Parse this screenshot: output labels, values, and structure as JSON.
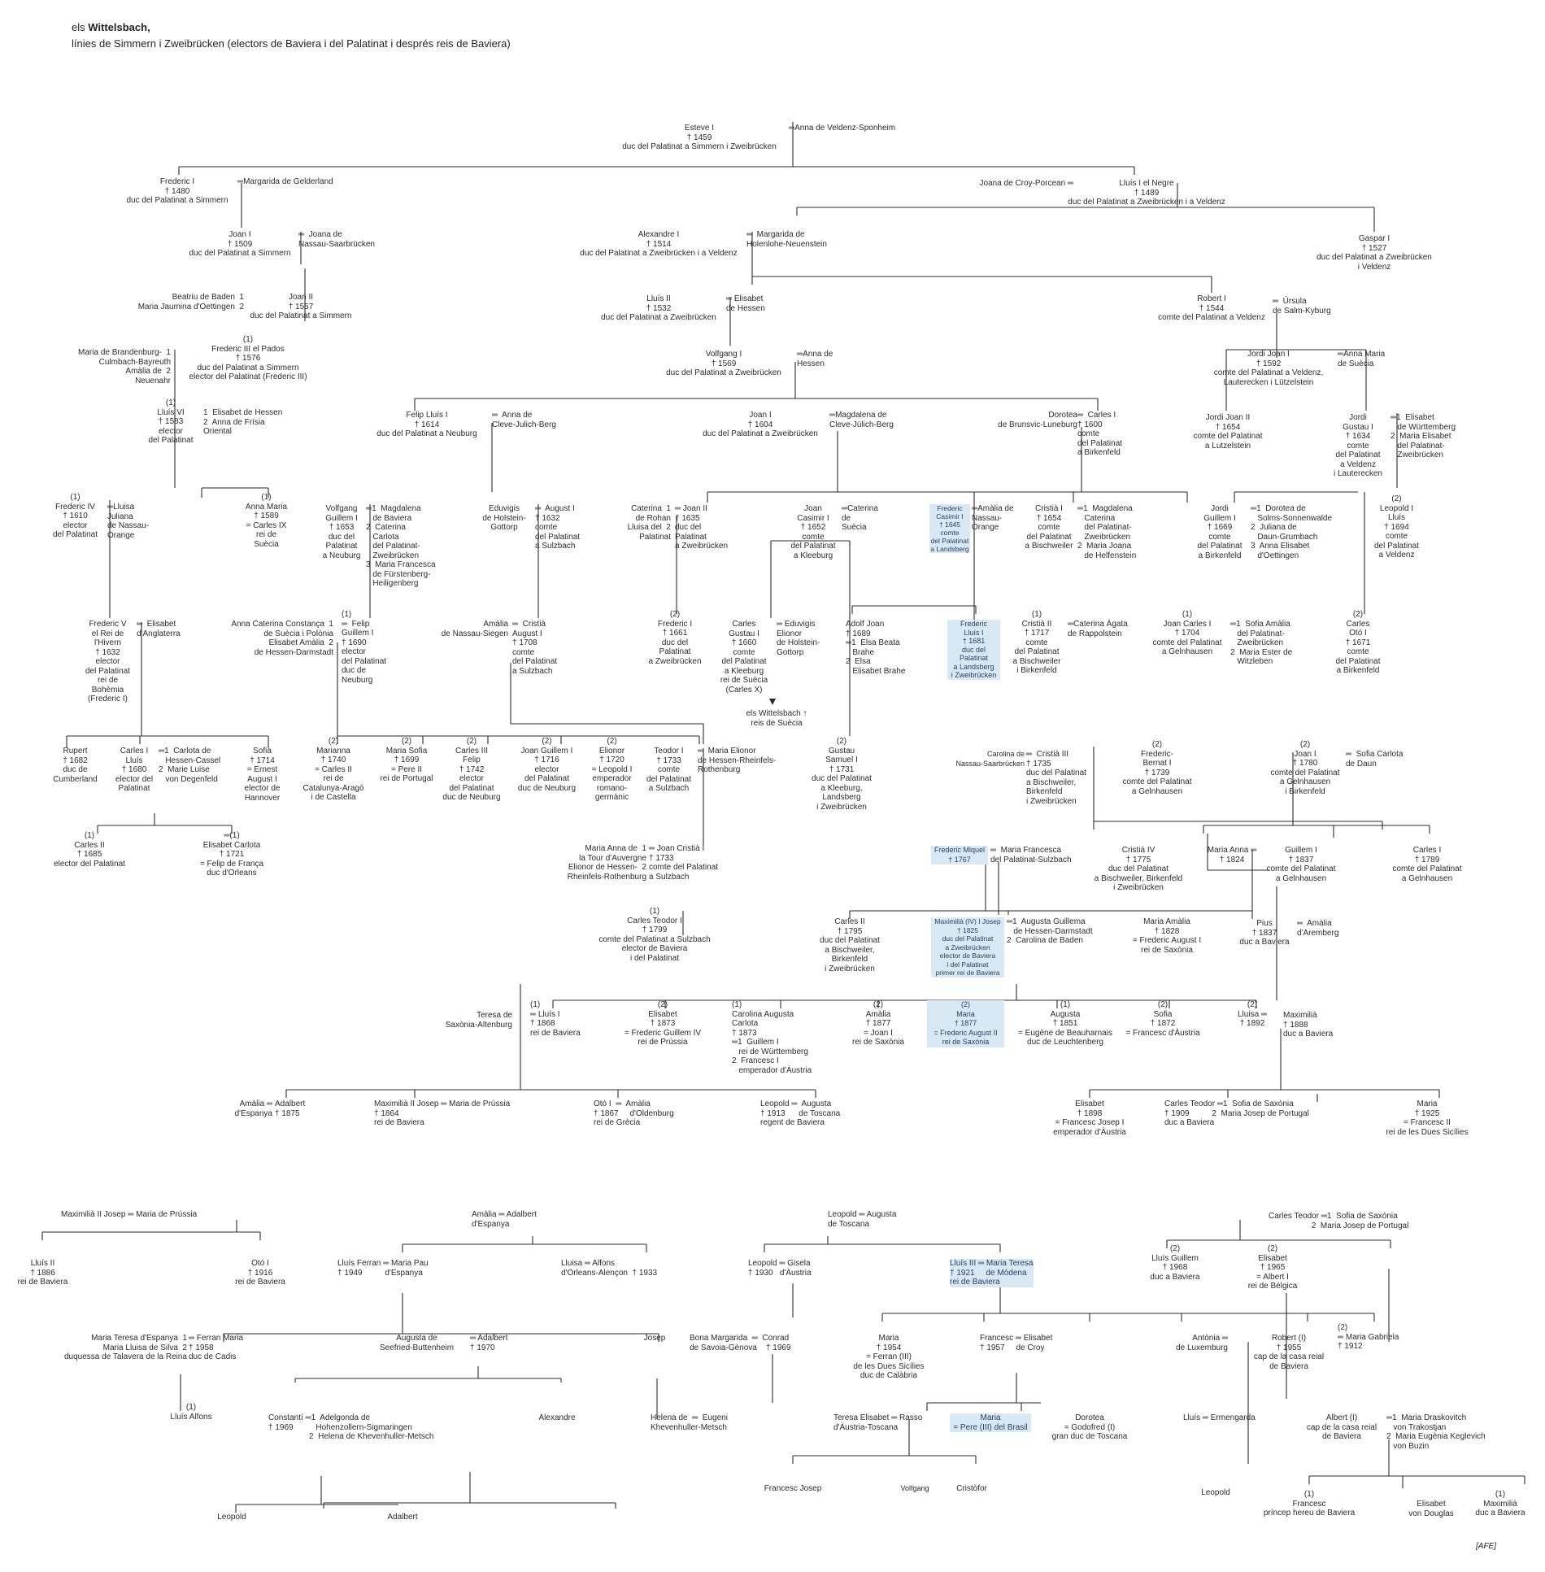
{
  "header": {
    "prefix": "els ",
    "family": "Wittelsbach,",
    "subtitle": "línies de Simmern i Zweibrücken (electors de Baviera i del Palatinat i després reis de Baviera)"
  },
  "signature": "[AFE]",
  "people": {
    "esteve": "Esteve I\n† 1459\nduc del Palatinat a Simmern i Zweibrücken",
    "anna_veldenz": "═Anna de Veldenz-Sponheim",
    "frederic1": "Frederic I\n† 1480\nduc del Palatinat a Simmern",
    "margarida_geld": "═Margarida de Gelderland",
    "joana_croy": "Joana de Croy-Porcean ═",
    "lluis1_negre": "Lluís I el Negre\n† 1489\nduc del Palatinat a Zweibrücken i a Veldenz",
    "joan1": "Joan I\n† 1509\nduc del Palatinat a Simmern",
    "joana_nassau": "═  Joana de\nNassau-Saarbrücken",
    "alexandre1": "Alexandre I\n† 1514\nduc del Palatinat a Zweibrücken i a Veldenz",
    "margarida_hohen": "═  Margarida de\nHolenlohe-Neuenstein",
    "gaspar1": "Gaspar I\n† 1527\nduc del Palatinat a Zweibrücken\ni Veldenz",
    "beatriu_baden": "Beatriu de Baden  1\nMaria Jaumina d'Oettingen  2",
    "joan2": "Joan II\n† 1557\nduc del Palatinat a Simmern",
    "lluis2": "Lluís II\n† 1532\nduc del Palatinat a Zweibrücken",
    "elisabet_hessen1": "═ Elisabet\nde Hessen",
    "robert1": "Robert I\n† 1544\ncomte del Palatinat a Veldenz",
    "ursula_salm": "═  Úrsula\nde Salm-Kyburg",
    "maria_brand": "Maria de Brandenburg-  1\nCulmbach-Bayreuth\nAmàlia de  2\nNeuenahr",
    "frederic3": "(1)\nFrederic III el Pados\n† 1576\nduc del Palatinat a Simmern\nelector del Palatinat (Frederic III)",
    "volfgang1": "Volfgang I\n† 1569\nduc del Palatinat a Zweibrücken",
    "anna_hessen": "═Anna de\nHessen",
    "jordi_joan1": "Jordi Joan I\n† 1592\ncomte del Palatinat a Veldenz,\nLauterecken i Lützelstein",
    "anna_maria_suecia": "═Anna Maria\nde Suècia",
    "lluis6": "(1)\nLluís VI\n† 1583\nelector\ndel Palatinat",
    "lluis6_wives": "1  Elisabet de Hessen\n2  Anna de Frísia\nOriental",
    "felip_lluis1": "Felip Lluís I\n† 1614\nduc del Palatinat a Neuburg",
    "anna_cleve": "═  Anna de\nCleve-Julich-Berg",
    "joan1_zw": "Joan I\n† 1604\nduc del Palatinat a Zweibrücken",
    "magdalena_cleve": "═Magdalena de\nCleve-Jülich-Berg",
    "dorotea_brunsvic": "Dorotea\nde Brunsvic-Luneburg",
    "carles1_birk": "═  Carles I\n† 1600\ncomte\ndel Palatinat\na Birkenfeld",
    "jordi_joan2": "Jordi Joan II\n† 1654\ncomte del Palatinat\na Lutzelstein",
    "jordi_gustau1": "Jordi\nGustau I\n† 1634\ncomte\ndel Palatinat\na Veldenz\ni Lauterecken",
    "jordi_gustau1_wives": "═1  Elisabet\n   de Württemberg\n2  Maria Elisabet\n   del Palatinat-\n   Zweibrücken",
    "frederic4": "(1)\nFrederic IV\n† 1610\nelector\ndel Palatinat",
    "lluisa_juliana": "═Lluisa\nJuliana\nde Nassau-\nOrange",
    "anna_maria_1589": "(1)\nAnna Maria\n† 1589\n= Carles IX\nrei de\nSuècia",
    "volfgang_guillem1": "Volfgang\nGuillem I\n† 1653\nduc del\nPalatinat\na Neuburg",
    "volfgang_guillem1_wives": "═1  Magdalena\n   de Baviera\n2  Caterina\n   Carlota\n   del Palatinat-\n   Zweibrücken\n3  Maria Francesca\n   de Fürstenberg-\n   Heiligenberg",
    "eduvigis_holstein1": "Eduvigis\nde Holstein-\nGottorp",
    "august1": "═  August I\n† 1632\ncomte\ndel Palatinat\na Sulzbach",
    "caterina_rohan": "Caterina  1\nde Rohan\nLluisa del  2\nPalatinat",
    "joan2_zw": "═ Joan II\n† 1635\nduc del\nPalatinat\na Zweibrücken",
    "joan_casimir1": "Joan\nCasimir I\n† 1652\ncomte\ndel Palatinat\na Kleeburg",
    "caterina_suecia": "═Caterina\nde\nSuècia",
    "frederic_casimir1": "Frederic\nCasimir I\n† 1645\ncomte\ndel Palatinat\na Landsberg",
    "amalia_nassau_orange": "═Amàlia de\nNassau-\nOrange",
    "cristia1": "Cristià I\n† 1654\ncomte\ndel Palatinat\na Bischweiler",
    "cristia1_wives": "═1  Magdalena\n   Caterina\n   del Palatinat-\n   Zweibrücken\n2  Maria Joana\n   de Helfenstein",
    "jordi_guillem1": "Jordi\nGuillem I\n† 1669\ncomte\ndel Palatinat\na Birkenfeld",
    "jordi_guillem1_wives": "═1  Dorotea de\n   Solms-Sonnenwalde\n2  Juliana de\n   Daun-Grumbach\n3  Anna Elisabet\n   d'Oettingen",
    "leopold1": "(2)\nLeopold I\nLluís\n† 1694\ncomte\ndel Palatinat\na Veldenz",
    "frederic5": "Frederic V\nel Rei de\nl'Hivern\n† 1632\nelector\ndel Palatinat\nrei de\nBohèmia\n(Frederic I)",
    "elisabet_anglaterra": "═  Elisabet\nd'Anglaterra",
    "anna_caterina": "Anna Caterina Constança  1\nde Suècia i Polònia\nElisabet Amàlia  2\nde Hessen-Darmstadt",
    "felip_guillem1": "(1)\n═  Felip\nGuillem I\n† 1690\nelector\ndel Palatinat\nduc de\nNeuburg",
    "amalia_nassau_siegen": "Amàlia\nde Nassau-Siegen",
    "cristia_august1": "═  Cristià\nAugust I\n† 1708\ncomte\ndel Palatinat\na Sulzbach",
    "frederic1_zw": "(2)\nFrederic I\n† 1661\nduc del\nPalatinat\na Zweibrücken",
    "carles_gustau1": "Carles\nGustau I\n† 1660\ncomte\ndel Palatinat\na Kleeburg\nrei de Suècia\n(Carles X)",
    "eduvigis_holstein2": "═ Eduvigis\nElionor\nde Holstein-\nGottorp",
    "adolf_joan1": "Adolf Joan\n† 1689\n═1  Elsa Beata\n   Brahe\n2  Elsa\n   Elisabet Brahe",
    "wittelsbach_suecia": "els Wittelsbach ↑\nreis de Suècia",
    "frederic_lluis1": "Frederic\nLluís I\n† 1681\nduc del\nPalatinat\na Landsberg\ni Zweibrücken",
    "cristia2": "(1)\nCristià II\n† 1717\ncomte\ndel Palatinat\na Bischweiler\ni Birkenfeld",
    "caterina_agata": "═Caterina Àgata\nde Rappolstein",
    "joan_carles1": "(1)\nJoan Carles I\n† 1704\ncomte del Palatinat\na Gelnhausen",
    "joan_carles1_wives": "═1  Sofia Amàlia\n   del Palatinat-\n   Zweibrücken\n2  Maria Ester de\n   Witzleben",
    "carles_oto1": "(2)\nCarles\nOtó I\n† 1671\ncomte\ndel Palatinat\na Birkenfeld",
    "rupert": "Rupert\n† 1682\nduc de\nCumberland",
    "carles1_lluis": "Carles I\nLluís\n† 1680\nelector del\nPalatinat",
    "carles1_lluis_wives": "═1  Carlota de\n   Hessen-Cassel\n2  Marie Luise\n   von Degenfeld",
    "sofia_1714": "Sofia\n† 1714\n= Ernest\nAugust I\nelector de\nHannover",
    "marianna": "(2)\nMarianna\n† 1740\n= Carles II\nrei de\nCatalunya-Aragó\ni de Castella",
    "maria_sofia": "(2)\nMaria Sofia\n† 1699\n= Pere II\nrei de Portugal",
    "carles3_felip": "(2)\nCarles III\nFelip\n† 1742\nelector\ndel Palatinat\nduc de Neuburg",
    "joan_guillem1": "(2)\nJoan Guillem I\n† 1716\nelector\ndel Palatinat\nduc de Neuburg",
    "elionor": "(2)\nElionor\n† 1720\n= Leopold I\nemperador\nromano-\ngermànic",
    "teodor1": "Teodor I\n† 1733\ncomte\ndel Palatinat\na Sulzbach",
    "maria_elionor": "═  Maria Elionor\nde Hessen-Rheinfels-\nRothenburg",
    "gustau_samuel1": "(2)\nGustau\nSamuel I\n† 1731\nduc del Palatinat\na Kleeburg,\nLandsberg\ni Zweibrücken",
    "carolina_nassau": "Carolina de\nNassau-Saarbrücken",
    "cristia3": "═  Cristià III\n† 1735\nduc del Palatinat\na Bischweiler,\nBirkenfeld\ni Zweibrücken",
    "frederic_bernat1": "(2)\nFrederic-\nBernat I\n† 1739\ncomte del Palatinat\na Gelnhausen",
    "joan1_gelnhausen": "(2)\nJoan I\n† 1780\ncomte del Palatinat\na Gelnhausen\ni Birkenfeld",
    "sofia_carlota_daun": "═  Sofia Carlota\nde Daun",
    "carles2_1685": "(1)\nCarles II\n† 1685\nelector del Palatinat",
    "elisabet_carlota": "═(1)\nElisabet Carlota\n† 1721\n= Felip de França\nduc d'Orleans",
    "maria_anna_tour": "Maria Anna de  1\nla Tour d'Auvergne\nElionor de Hessen-  2\nRheinfels-Rothenburg",
    "joan_cristia1": "═ Joan Cristià I\n† 1733\ncomte del Palatinat\na Sulzbach",
    "frederic_miquel": "Frederic Miquel\n† 1767",
    "maria_francesca_sulzbach": "═  Maria Francesca\ndel Palatinat-Sulzbach",
    "cristia4": "Cristià IV\n† 1775\nduc del Palatinat\na Bischweiler, Birkenfeld\ni Zweibrücken",
    "maria_anna_1824": "Maria Anna ═\n† 1824",
    "guillem1_gelnhausen": "Guillem I\n† 1837\ncomte del Palatinat\na Gelnhausen",
    "carles1_1789": "Carles I\n† 1789\ncomte del Palatinat\na Gelnhausen",
    "carles_teodor1": "(1)\nCarles Teodor I\n† 1799\ncomte del Palatinat a Sulzbach\nelector de Baviera\ni del Palatinat",
    "carles2_1795": "Carles II\n† 1795\nduc del Palatinat\na Bischweiler,\nBirkenfeld\ni Zweibrücken",
    "maximilia4": "Maximilià (IV) I Josep\n† 1825\nduc del Palatinat\na Zweibrücken\nelector de Baviera\ni del Palatinat\nprimer rei de Baviera",
    "maximilia4_wives": "═1  Augusta Guillema\n   de Hessen-Darmstadt\n2  Carolina de Baden",
    "maria_amalia_1828": "Maria Amàlia\n† 1828\n= Frederic August I\nrei de Saxònia",
    "pius": "Pius\n† 1837\nduc a Baviera",
    "amalia_aremberg": "═  Amàlia\nd'Aremberg",
    "teresa_saxonia": "Teresa de\nSaxònia-Altenburg",
    "lluis1_1868": "(1)\n═ Lluís I\n† 1868\nrei de Baviera",
    "elisabet_1873": "(2)\nElisabet\n† 1873\n= Frederic Guillem IV\nrei de Prússia",
    "carolina_augusta": "(1)\nCarolina Augusta\nCarlota\n† 1873\n═1  Guillem I\n   rei de Württemberg\n2  Francesc I\n   emperador d'Àustria",
    "amalia_1877": "(2)\nAmàlia\n† 1877\n= Joan I\nrei de Saxònia",
    "maria_1877": "(2)\nMaria\n† 1877\n= Frederic August II\nrei de Saxònia",
    "augusta_1851": "(1)\nAugusta\n† 1851\n= Eugène de Beauharnais\nduc de Leuchtenberg",
    "sofia_1872": "(2)\nSofia\n† 1872\n= Francesc d'Àustria",
    "lluisa_1892": "(2)\nLluisa ═\n† 1892",
    "maximilia_1888": "Maximilià\n† 1888\nduc a Baviera",
    "amalia_espanya1": "Amàlia ═\nd'Espanya",
    "adalbert_1875": "Adalbert\n† 1875",
    "maximilia2_josep1": "Maximilià II Josep ═ Maria de Prússia\n† 1864\nrei de Baviera",
    "oto1_1867": "Otó I  ═  Amàlia\n† 1867     d'Oldenburg\nrei de Grècia",
    "leopold_1913": "Leopold ═  Augusta\n† 1913      de Toscana\nregent de Baviera",
    "elisabet_1898": "Elisabet\n† 1898\n= Francesc Josep I\nemperador d'Àustria",
    "carles_teodor_1909": "Carles Teodor ═1  Sofia de Saxònia\n† 1909          2  Maria Josep de Portugal\nduc a Baviera",
    "maria_1925": "Maria\n† 1925\n= Francesc II\nrei de les Dues Sicílies",
    "b1_top": "Maximilià II Josep ═ Maria de Prússia",
    "lluis2_1886": "Lluís II\n† 1886\nrei de Baviera",
    "oto1_1916": "Otó I\n† 1916\nrei de Baviera",
    "b2_top": "Amàlia ═ Adalbert\nd'Espanya",
    "lluis_ferran": "Lluís Ferran ═ Maria Pau\n† 1949          d'Espanya",
    "lluisa_orleans": "Lluisa ═ Alfons\nd'Orleans-Alençon  † 1933",
    "maria_teresa_espanya": "Maria Teresa d'Espanya  1\nMaria Lluisa de Silva  2\nduquessa de Talavera de la Reina",
    "ferran_maria": "═ Ferran Maria\n† 1958\nduc de Cadis",
    "augusta_seefried": "Augusta de\nSeefried-Buttenheim",
    "adalbert_1970": "═ Adalbert\n† 1970",
    "josep": "Josep",
    "lluis_alfons": "(1)\nLluís Alfons",
    "constanti": "Constantí ═1  Adelgonda de\n† 1969          Hohenzollern-Sigmaringen\n                  2  Helena de Khevenhuller-Metsch",
    "alexandre_b2": "Alexandre",
    "leopold_b2": "Leopold",
    "adalbert_b2": "Adalbert",
    "b3_top": "Leopold ═ Augusta\nde Toscana",
    "leopold_1930": "Leopold ═ Gisela\n† 1930   d'Àustria",
    "lluis3": "Lluís III ═ Maria Teresa\n† 1921     de Mòdena\nrei de Baviera",
    "bona_margarida": "Bona Margarida  ═  Conrad\nde Savoia-Gènova    † 1969",
    "maria_1954": "Maria\n† 1954\n= Ferran (III)\nde les Dues Sicílies\nduc de Calàbria",
    "francesc_1957": "Francesc ═ Elisabet\n† 1957     de Croy",
    "antonia_luxemburg": "Antònia ═\nde Luxemburg",
    "robert1_1955": "Robert (I)\n† 1955\ncap de la casa reial\nde Baviera",
    "maria_gabriela": "(2)\n═ Maria Gabriela\n† 1912",
    "helena_khevenhuller": "Helena de  ═  Eugeni\nKhevenhuller-Metsch",
    "teresa_elisabet": "Teresa Elisabet ═ Rasso\nd'Àustria-Toscana",
    "maria_brasil": "Maria\n= Pere (III) del Brasil",
    "dorotea_toscana": "Dorotea\n= Godofred (I)\ngran duc de Toscana",
    "lluis_ermengarda": "Lluís ═ Ermengarda",
    "francesc_josep": "Francesc Josep",
    "volfgang": "Volfgang",
    "cristofor": "Cristòfor",
    "leopold_b3": "Leopold",
    "b4_top": "Carles Teodor ═1  Sofia de Saxònia\n                   2  Maria Josep de Portugal",
    "lluis_guillem": "(2)\nLluís Guillem\n† 1968\nduc a Baviera",
    "elisabet_1965": "(2)\nElisabet\n† 1965\n= Albert I\nrei de Bèlgica",
    "albert1": "Albert (I)\ncap de la casa reial\nde Baviera",
    "albert1_wives": "═1  Maria Draskovitch\n   von Trakostjan\n2  Maria Eugènia Keglevich\n   von Buzin",
    "francesc_princep": "(1)\nFrancesc\npríncep hereu de Baviera",
    "elisabet_douglas": "Elisabet\nvon Douglas",
    "maximilia_duc": "(1)\nMaximilià\nduc a Baviera"
  }
}
